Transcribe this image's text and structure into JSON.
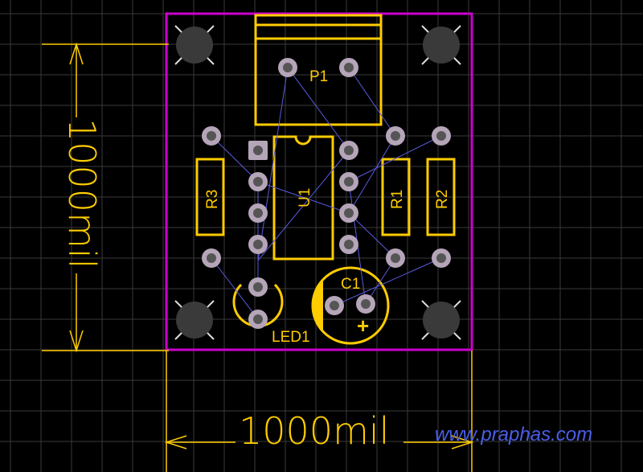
{
  "components": {
    "connector": "P1",
    "ic": "U1",
    "resistors": [
      "R3",
      "R1",
      "R2"
    ],
    "capacitor": "C1",
    "capacitor_polarity": "+",
    "led": "LED1"
  },
  "dimensions": {
    "width_label": "1000mil",
    "height_label": "1000mil"
  },
  "watermark": "www.praphas.com",
  "colors": {
    "background": "#000000",
    "grid": "#3a3a3a",
    "board_outline": "#cc00cc",
    "silkscreen": "#ffcc00",
    "pad_ring": "#b5a5b8",
    "pad_hole": "#555555",
    "mount_hole": "#3a3a3a",
    "ratsnest": "#5a5ae0",
    "watermark": "#4a5ee8"
  }
}
